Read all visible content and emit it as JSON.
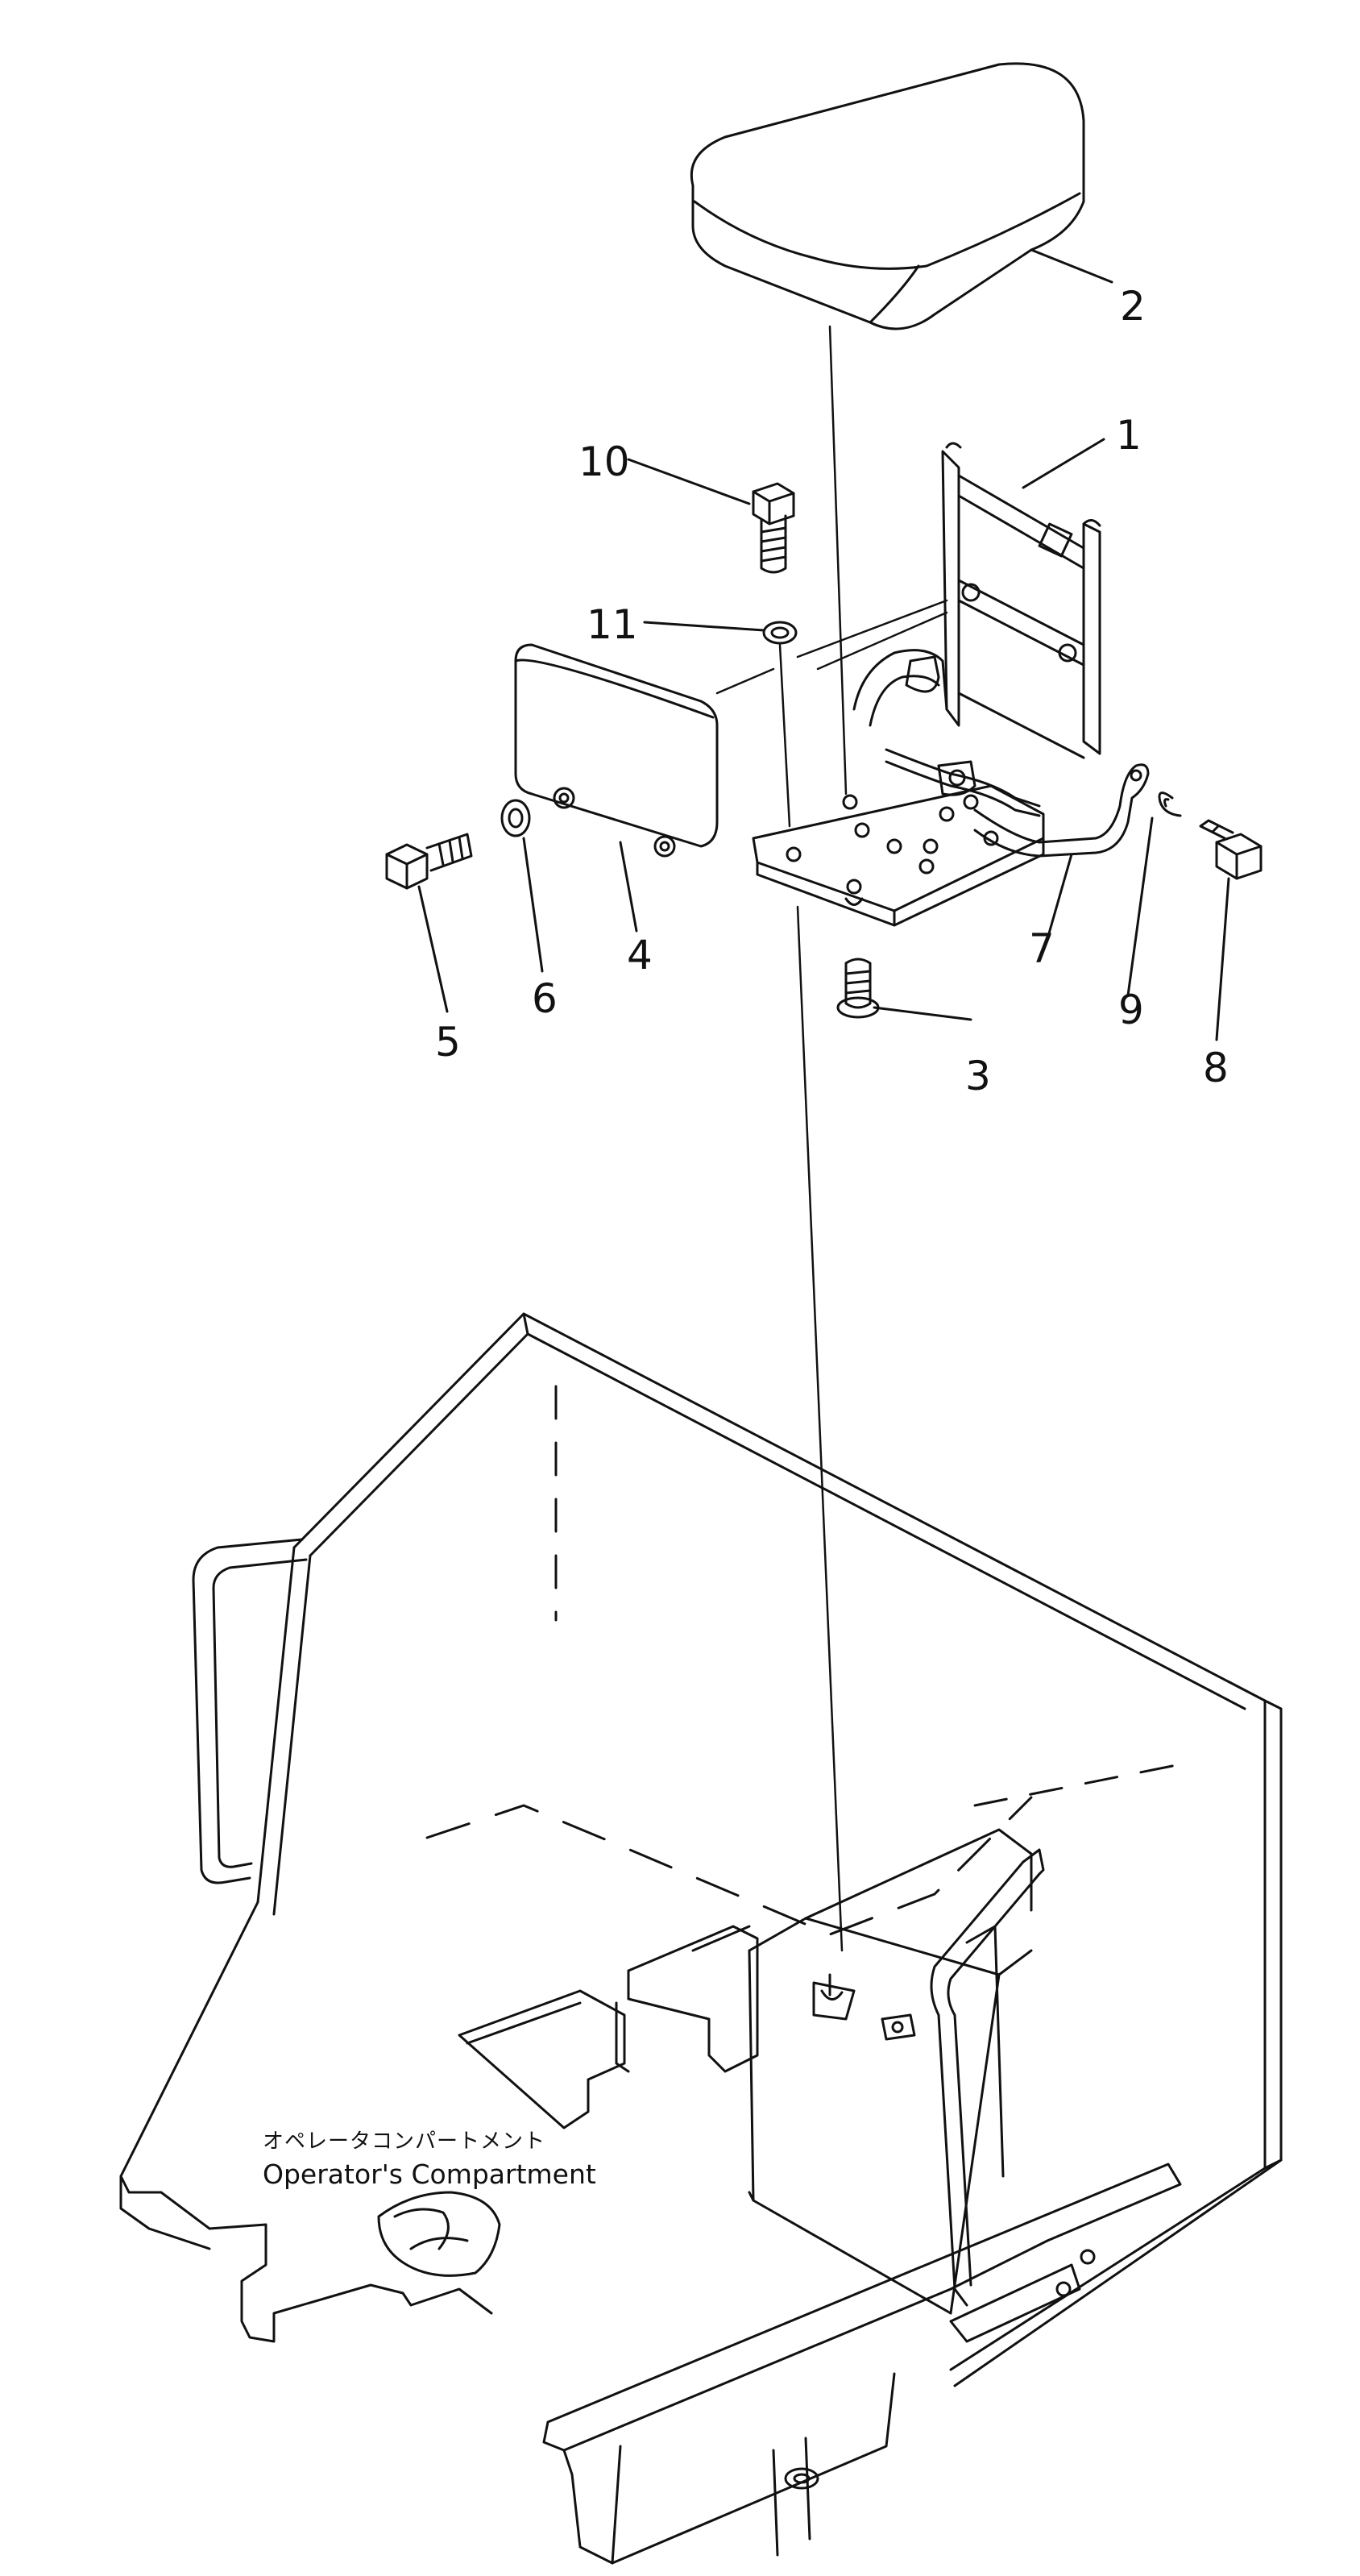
{
  "labels": {
    "l1": "1",
    "l2": "2",
    "l3": "3",
    "l4": "4",
    "l5": "5",
    "l6": "6",
    "l7": "7",
    "l8": "8",
    "l9": "9",
    "l10": "10",
    "l11": "11"
  },
  "caption": {
    "japanese": "オペレータコンパートメント",
    "english": "Operator's Compartment"
  }
}
